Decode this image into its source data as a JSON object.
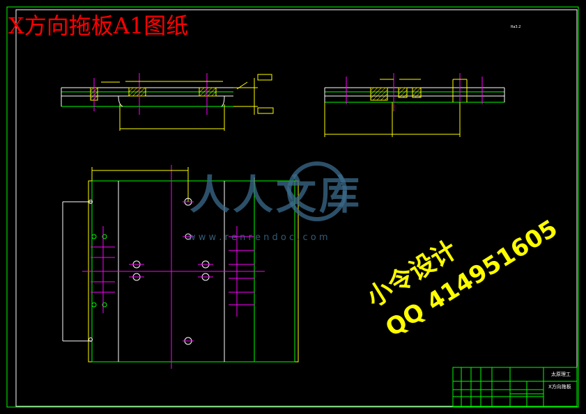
{
  "drawing": {
    "title": "X方向拖板A1图纸",
    "corner_note": "Ra3.2"
  },
  "watermark": {
    "brand": "人人文库",
    "url": "w w w . r e n r e n d o c . c o m",
    "designer": "小令设计",
    "qq": "QQ 414951605"
  },
  "title_block": {
    "company": "太原理工",
    "part_name": "X方向拖板"
  },
  "colors": {
    "background": "#000000",
    "frame": "#00ff00",
    "outline": "#ffffff",
    "center_line": "#ff00ff",
    "dimension": "#ffff00",
    "title_red": "#ff0000",
    "watermark_blue": "#3b6b8c",
    "watermark_yellow": "#ffff00"
  }
}
